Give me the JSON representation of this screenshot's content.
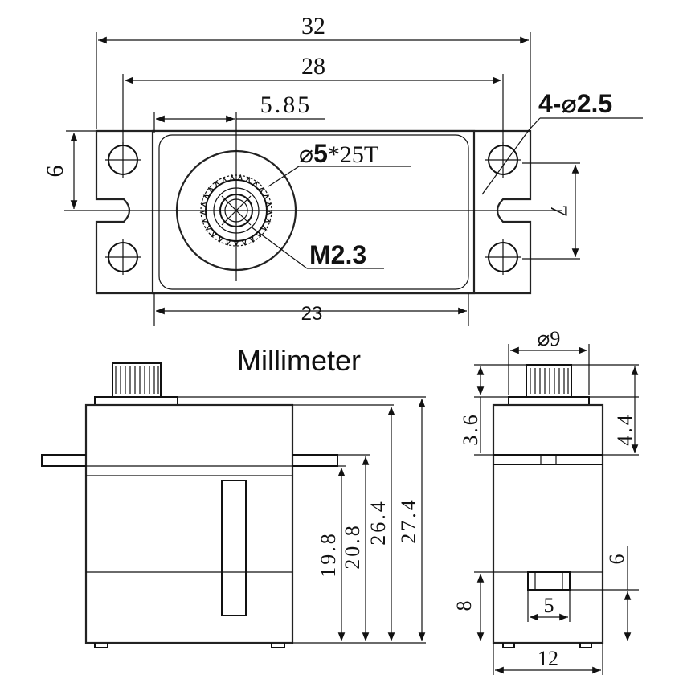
{
  "unit_label": "Millimeter",
  "top_view": {
    "overall_width": "32",
    "hole_spacing": "28",
    "shaft_offset": "5.85",
    "hole_spec": "4-⌀2.5",
    "spline_spec_prefix": "⌀",
    "spline_spec_bold": "5",
    "spline_spec_rest": "*25T",
    "screw_spec": "M2.3",
    "tab_height": "6",
    "hole_vertical_spacing": "7",
    "body_width": "23"
  },
  "front_view": {
    "height_flange": "19.8",
    "height_lower": "20.8",
    "height_case": "26.4",
    "height_total": "27.4"
  },
  "side_view": {
    "horn_diameter": "⌀9",
    "horn_height_left": "3.6",
    "horn_height_right": "4.4",
    "cable_height": "6",
    "bottom_height": "8",
    "cable_width": "5",
    "case_width": "12"
  }
}
